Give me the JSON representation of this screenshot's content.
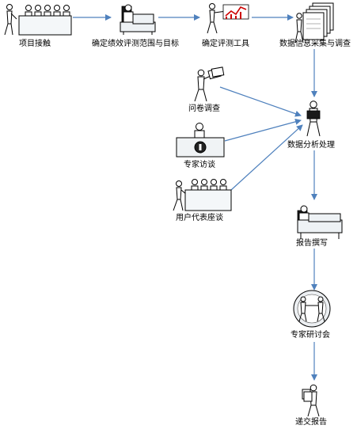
{
  "nodes": {
    "project_contact": "项目接触",
    "define_scope": "确定绩效评测范围与目标",
    "define_tools": "确定评测工具",
    "data_collection": "数据信息采集与调查",
    "questionnaire": "问卷调查",
    "expert_interview": "专家访谈",
    "user_forum": "用户代表座谈",
    "data_analysis": "数据分析处理",
    "report_writing": "报告撰写",
    "expert_seminar": "专家研讨会",
    "submit_report": "递交报告"
  },
  "colors": {
    "arrow": "#4f81bd",
    "figure": "#000000",
    "chart_line": "#cc0000"
  },
  "icons": {
    "project_contact": "presenter-audience-icon",
    "define_scope": "person-at-desk-icon",
    "define_tools": "presenter-chart-icon",
    "data_collection": "document-stack-icon",
    "questionnaire": "person-holding-papers-icon",
    "expert_interview": "expert-at-desk-icon",
    "user_forum": "presenter-audience-icon",
    "data_analysis": "person-with-laptop-icon",
    "report_writing": "person-at-desk-icon",
    "expert_seminar": "meeting-circle-icon",
    "submit_report": "person-with-documents-icon"
  }
}
